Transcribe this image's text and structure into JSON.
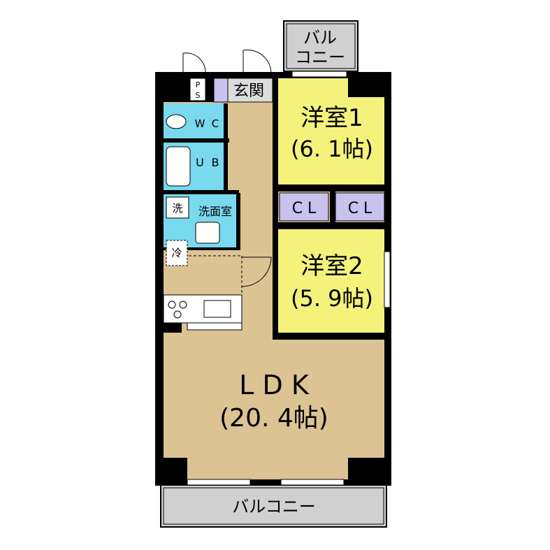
{
  "rooms": {
    "balcony_top": "バルコニー",
    "balcony_top_line1": "バル",
    "balcony_top_line2": "コニー",
    "ps_p": "P",
    "ps_s": "S",
    "genkan": "玄関",
    "wc": "WC",
    "wc_w": "W",
    "wc_c": "C",
    "ub_u": "U",
    "ub_b": "B",
    "wash_mark": "洗",
    "senmenshitsu": "洗面室",
    "fridge_mark": "冷",
    "youshitsu1": "洋室1",
    "youshitsu1_size": "(6. 1帖)",
    "youshitsu2": "洋室2",
    "youshitsu2_size": "(5. 9帖)",
    "cl1": "C L",
    "cl2": "C L",
    "ldk": "L D K",
    "ldk_size": "(20. 4帖)",
    "balcony_bottom": "バルコニー"
  },
  "colors": {
    "wall": "#000000",
    "ldk_floor": "#dcc394",
    "western_room": "#f5f27c",
    "wet_area": "#79d9ee",
    "closet": "#c7c2ee",
    "balcony": "#d0d0d0"
  }
}
